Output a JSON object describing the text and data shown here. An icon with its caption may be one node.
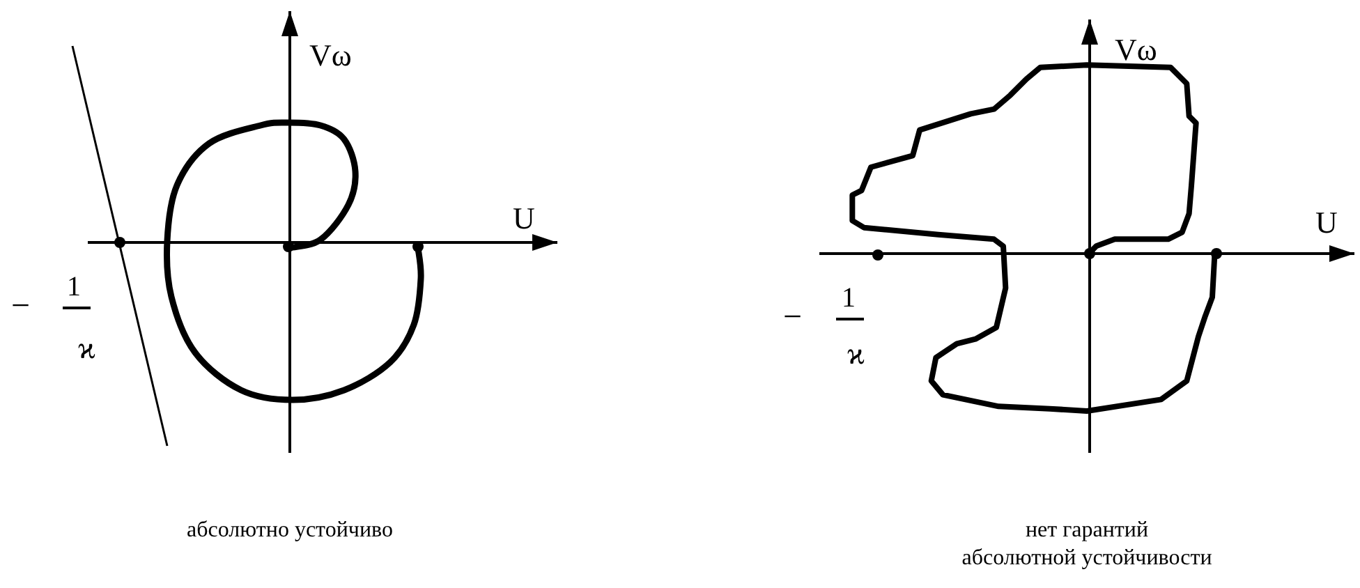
{
  "diagram": {
    "labels": [
      "Vω",
      "U",
      "−",
      "1",
      "ϰ",
      "абсолютно устойчиво",
      "Vω",
      "U",
      "−",
      "1",
      "ϰ",
      "нет гарантий абсолютной устойчивости"
    ]
  }
}
